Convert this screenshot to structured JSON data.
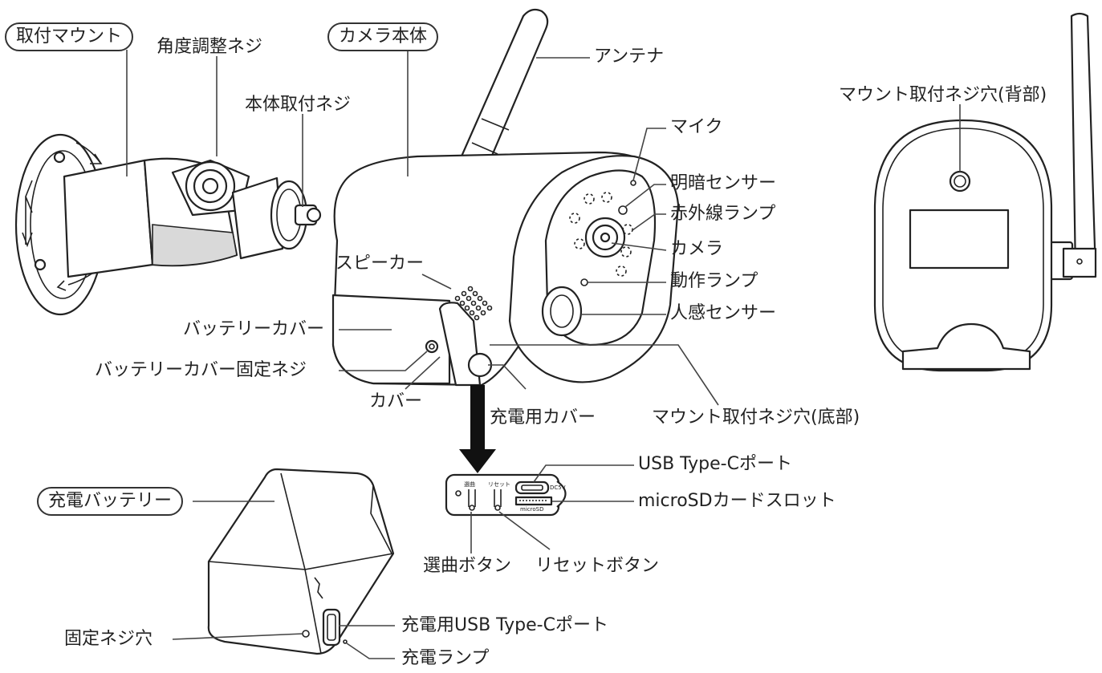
{
  "groups": {
    "mount": "取付マウント",
    "camera": "カメラ本体",
    "battery": "充電バッテリー"
  },
  "labels": {
    "angle_screw": "角度調整ネジ",
    "body_screw": "本体取付ネジ",
    "antenna": "アンテナ",
    "mount_hole_back": "マウント取付ネジ穴(背部)",
    "mic": "マイク",
    "light_sensor": "明暗センサー",
    "ir_lamp": "赤外線ランプ",
    "camera_lens": "カメラ",
    "status_lamp": "動作ランプ",
    "motion_sensor": "人感センサー",
    "speaker": "スピーカー",
    "battery_cover": "バッテリーカバー",
    "battery_cover_screw": "バッテリーカバー固定ネジ",
    "cover": "カバー",
    "charge_cover": "充電用カバー",
    "mount_hole_bottom": "マウント取付ネジ穴(底部)",
    "usb_port": "USB Type-Cポート",
    "microsd_slot": "microSDカードスロット",
    "song_button": "選曲ボタン",
    "reset_button": "リセットボタン",
    "fix_screw_hole": "固定ネジ穴",
    "charge_usb_port": "充電用USB Type-Cポート",
    "charge_lamp": "充電ランプ"
  },
  "panel": {
    "song_small": "選曲",
    "reset_small": "リセット",
    "dc5v": "DC5V",
    "microsd_small": "microSD"
  }
}
